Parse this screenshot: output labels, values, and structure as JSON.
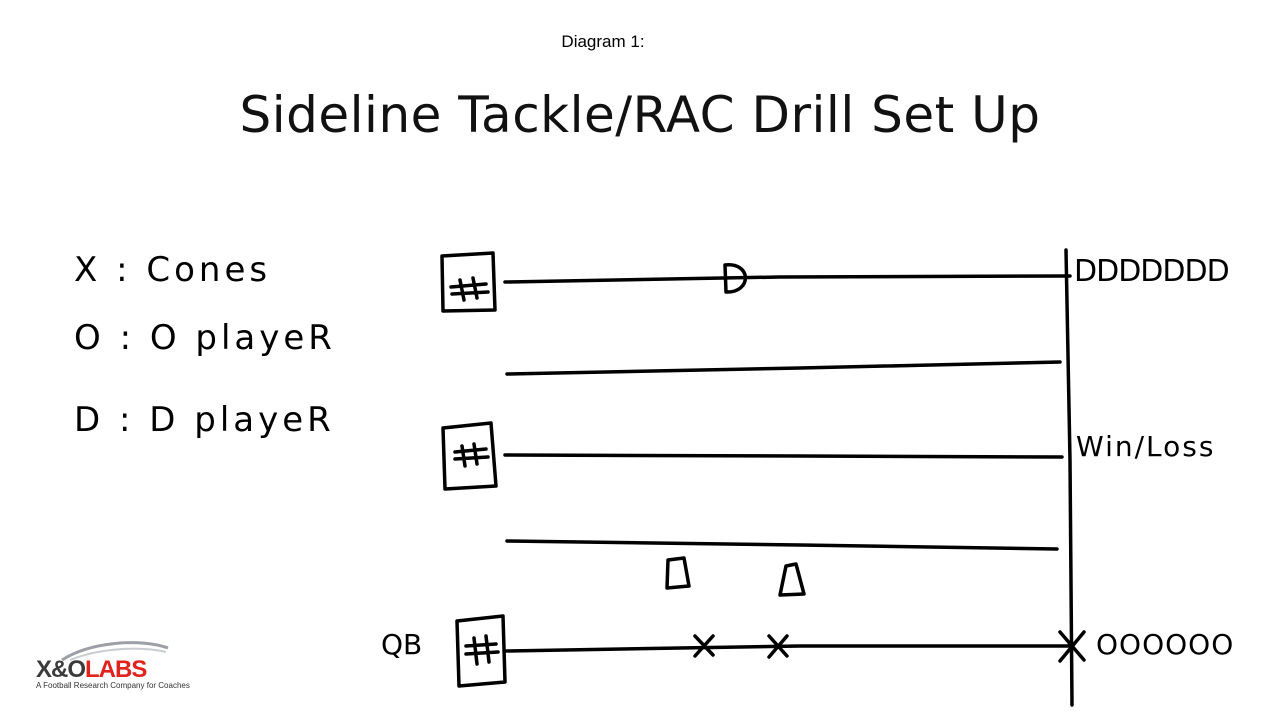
{
  "caption": "Diagram 1:",
  "title": "Sideline Tackle/RAC Drill Set Up",
  "legend": [
    {
      "symbol": "X",
      "text": "X : Cones"
    },
    {
      "symbol": "O",
      "text": "O : O playeR"
    },
    {
      "symbol": "D",
      "text": "D : D playeR"
    }
  ],
  "boxes": [
    {
      "label": "#"
    },
    {
      "label": "#"
    },
    {
      "label": "#"
    }
  ],
  "labels": {
    "d_row": "DDDDDDD",
    "win_loss": "Win/Loss",
    "qb": "QB",
    "o_row": "OOOOOO",
    "d_on_line": "D"
  },
  "logo": {
    "brand_xo": "X&O",
    "brand_labs": "LABS",
    "tagline": "A Football Research Company for Coaches",
    "accent_color": "#e0231c"
  }
}
